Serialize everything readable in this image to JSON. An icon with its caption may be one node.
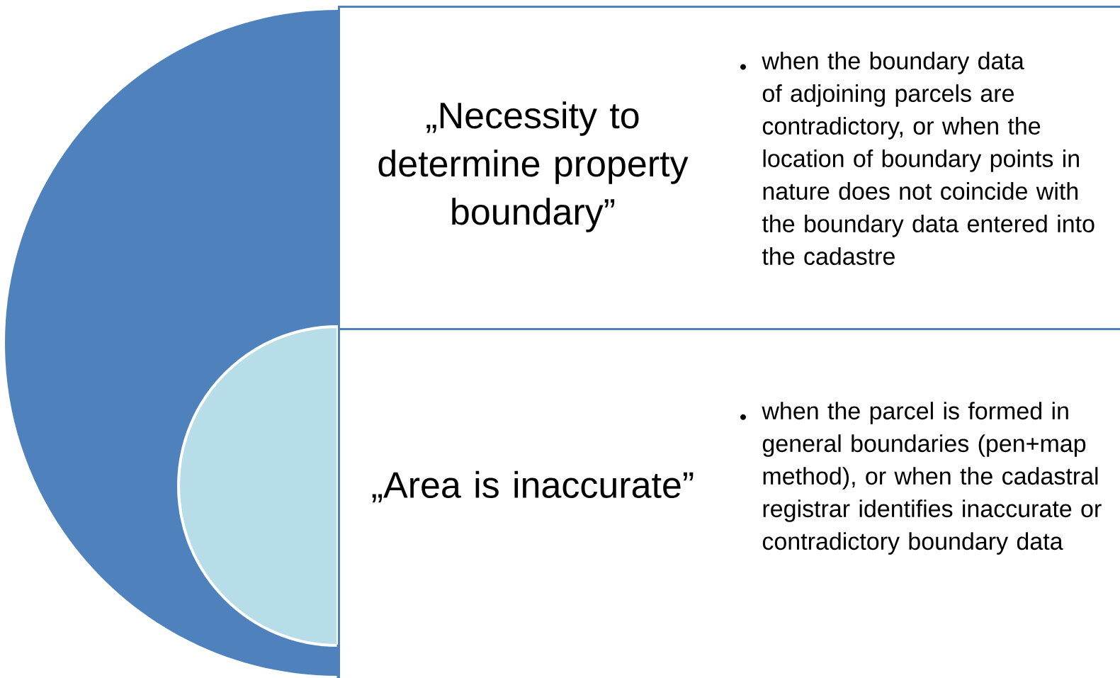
{
  "diagram": {
    "nodes": [
      {
        "text": [
          "„Necessity to determine property boundary”",
          "when the boundary data of adjoining parcels are contradictory, or when the location of boundary points in nature does not coincide with the boundary data entered into the cadastre"
        ]
      },
      {
        "text": [
          "„Area is inaccurate”",
          "when the parcel is formed in general boundaries (pen+map method), or when the cadastral registrar identifies inaccurate or contradictory boundary data"
        ]
      }
    ]
  }
}
